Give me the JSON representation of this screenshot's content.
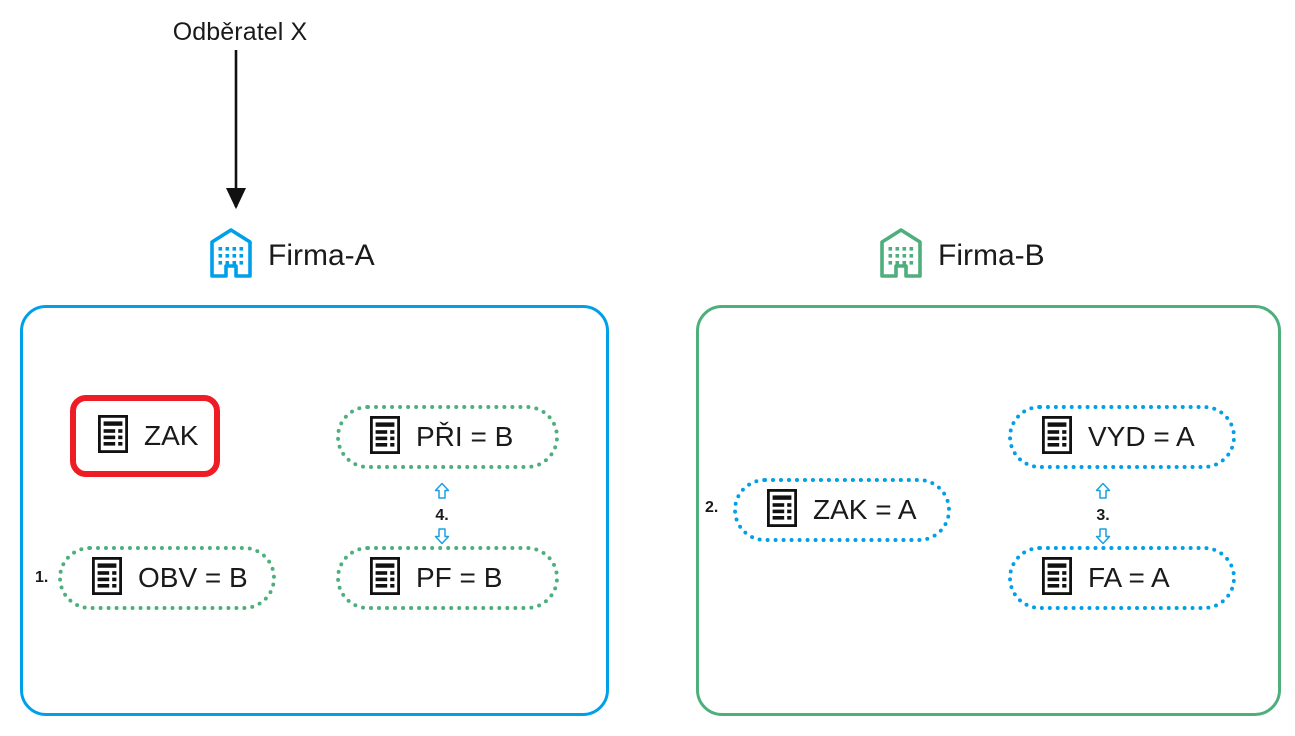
{
  "diagram": {
    "title": "Odběratel X",
    "source": {
      "label": "Odběratel X",
      "icon": "arrow-down-icon"
    },
    "colors": {
      "firma_a": "#00a0e9",
      "firma_b": "#4eaf7c",
      "highlight": "#ee1c25",
      "connector": "#111111"
    },
    "companies": [
      {
        "id": "firma-a",
        "name": "Firma-A",
        "icon": "building-icon",
        "accent": "#00a0e9",
        "nodes": [
          {
            "id": "zak-a",
            "label": "ZAK",
            "icon": "document-icon",
            "style": "box-red",
            "step": ""
          },
          {
            "id": "pri-b",
            "label": "PŘI = B",
            "icon": "document-icon",
            "style": "pill-green",
            "step": ""
          },
          {
            "id": "obv-b",
            "label": "OBV = B",
            "icon": "document-icon",
            "style": "pill-green",
            "step": "1."
          },
          {
            "id": "pf-b",
            "label": "PF = B",
            "icon": "document-icon",
            "style": "pill-green",
            "step": ""
          }
        ],
        "link_number": "4."
      },
      {
        "id": "firma-b",
        "name": "Firma-B",
        "icon": "building-icon",
        "accent": "#4eaf7c",
        "nodes": [
          {
            "id": "vyd-a",
            "label": "VYD = A",
            "icon": "document-icon",
            "style": "pill-blue",
            "step": ""
          },
          {
            "id": "zak-b",
            "label": "ZAK = A",
            "icon": "document-icon",
            "style": "pill-blue",
            "step": "2."
          },
          {
            "id": "fa-a",
            "label": "FA = A",
            "icon": "document-icon",
            "style": "pill-blue",
            "step": ""
          }
        ],
        "link_number": "3."
      }
    ],
    "steps": [
      "1.",
      "2.",
      "3.",
      "4."
    ]
  }
}
